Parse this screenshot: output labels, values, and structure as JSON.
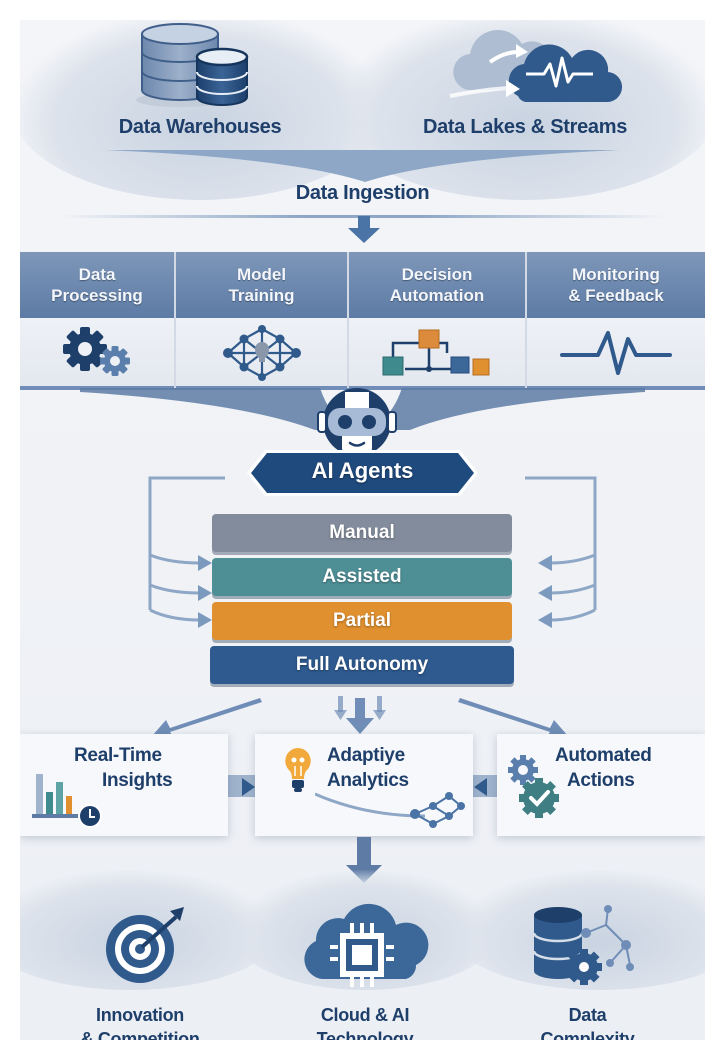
{
  "sources": {
    "left": {
      "label": "Data Warehouses",
      "icon": "database-stack-icon"
    },
    "right": {
      "label": "Data Lakes & Streams",
      "icon": "cloud-stream-icon"
    }
  },
  "ingestion": {
    "label": "Data Ingestion"
  },
  "stages": [
    {
      "label_line1": "Data",
      "label_line2": "Processing",
      "icon": "gears-icon"
    },
    {
      "label_line1": "Model",
      "label_line2": "Training",
      "icon": "neural-network-icon"
    },
    {
      "label_line1": "Decision",
      "label_line2": "Automation",
      "icon": "flowchart-icon"
    },
    {
      "label_line1": "Monitoring",
      "label_line2": "& Feedback",
      "icon": "pulse-wave-icon"
    }
  ],
  "agents": {
    "label": "AI Agents",
    "icon": "robot-icon"
  },
  "autonomy_levels": [
    {
      "label": "Manual",
      "color": "#838c9c"
    },
    {
      "label": "Assisted",
      "color": "#4e8f96"
    },
    {
      "label": "Partial",
      "color": "#e0902f"
    },
    {
      "label": "Full Autonomy",
      "color": "#2e5a8f"
    }
  ],
  "outcomes": [
    {
      "label_line1": "Real-Time",
      "label_line2": "Insights",
      "icon": "bar-chart-clock-icon"
    },
    {
      "label_line1": "Adaptiye",
      "label_line2": "Analytics",
      "icon": "lightbulb-network-icon"
    },
    {
      "label_line1": "Automated",
      "label_line2": "Actions",
      "icon": "gear-check-icon"
    }
  ],
  "drivers": [
    {
      "label_line1": "Innovation",
      "label_line2": "& Competition",
      "icon": "target-arrow-icon"
    },
    {
      "label_line1": "Cloud & AI",
      "label_line2": "Technology",
      "icon": "cloud-chip-icon"
    },
    {
      "label_line1": "Data",
      "label_line2": "Complexity",
      "icon": "database-gear-icon"
    }
  ],
  "colors": {
    "navy": "#1f3f6b",
    "primary": "#2e5a8f",
    "steel": "#5a7fac",
    "light_steel": "#8ea7c6",
    "teal": "#4e8f96",
    "orange": "#e0902f"
  }
}
